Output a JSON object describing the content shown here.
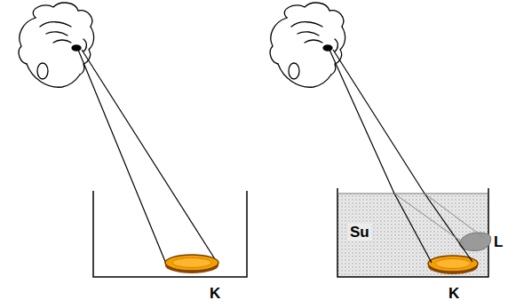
{
  "diagram": {
    "labels": [
      "K",
      "Su",
      "L",
      "K"
    ]
  }
}
